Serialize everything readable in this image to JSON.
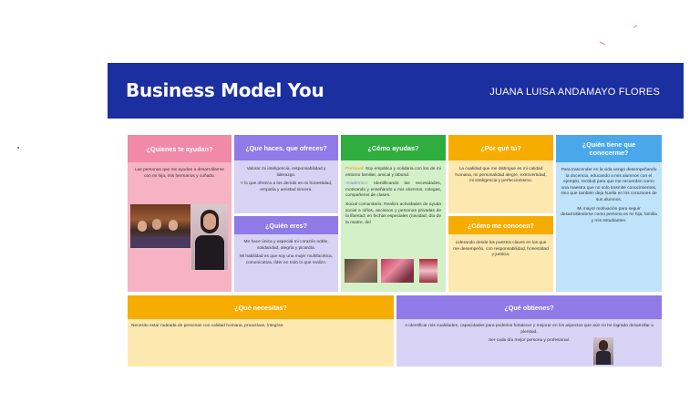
{
  "banner": {
    "title": "Business Model You",
    "author": "JUANA LUISA ANDAMAYO FLORES"
  },
  "colors": {
    "banner": "#1c2fa0",
    "pink": "#f6b3c4",
    "pink_head": "#f08aa8",
    "purple": "#d8d3f5",
    "purple_head": "#8f7ae8",
    "green": "#d3f0c8",
    "green_head": "#2fae3f",
    "orange": "#fde9b0",
    "orange_head": "#f6ad00",
    "blue": "#bfe3fa",
    "blue_head": "#4aa8ea"
  },
  "sections": {
    "quienes_te_ayudan": {
      "heading": "¿Quienes te ayudan?",
      "text": "Las personas que me ayudan a desarrollarme con mi hija, mis hermanos y cuñado."
    },
    "que_haces": {
      "heading": "¿Que haces, que ofreces?",
      "p1": "Valorar mi inteligencia, responsabilidad y liderazgo.",
      "p2": "Y lo que ofrezco a los demás es mi honestidad, empatía y amistad sincera."
    },
    "quien_eres": {
      "heading": "¿Quién eres?",
      "p1": "Me hace única y especial mi corazón noble, solidaridad, alegría y picardía.",
      "p2": "Mi habilidad es que soy una mujer multifacética, comunicativa, líder en todo lo que realizo."
    },
    "como_ayudas": {
      "heading": "¿Cómo ayudas?",
      "personal_label": "Personal:",
      "personal_text": "Soy empática y solidaria con los de mi entorno familiar, amical y laboral.",
      "academico_label": "Académico:",
      "academico_text": "Identificando las necesidades, motivando y enseñando a mis alumnos, colegas, compañeros de clases.",
      "social_text": "Social comunitario: Realizo actividades de ayuda social a niños, ancianos y personas privadas de la libertad; en fechas especiales (navidad, día de la madre, del"
    },
    "por_que_tu": {
      "heading": "¿Por qué tú?",
      "text": "La cualidad que me distingue es mi calidad humana, mi personalidad alegre, extrovertidad, mi inteligencia y perfeccionismo."
    },
    "como_te_conocen": {
      "heading": "¿Cómo me conocen?",
      "text": "Liderando desde los puestos claves en los que me desempeño, con responsabilidad, honestidad y justicia."
    },
    "quien_tiene": {
      "heading": "¿Quién tiene que conocerme?",
      "p1": "Para trascender en la vida vengo desempeñando la docencia, educando a mis alumnos con el ejemplo, rectitud para que me recuerden como una maestra que no solo  trasmite conocimientos, sino que también deja huella en los corazones de sus alumnos.",
      "p2": "Mi mayor motivación para seguir desarrollándome como persona es mi hija, familia y mis estudiantes."
    },
    "que_necesitas": {
      "heading": "¿Qué necesitas?",
      "text": "Necesito estar rodeada de personas con calidad humana, proactivas, íntegras."
    },
    "que_obtienes": {
      "heading": "¿Qué obtienes?",
      "p1": "A identificar mis cualidades, capacidades para poderlos fortalecer y mejorar en los aspectos que aún no he logrado desarrollar a plenitud.",
      "p2": "Ser cada día mejor persona y profesional."
    }
  }
}
